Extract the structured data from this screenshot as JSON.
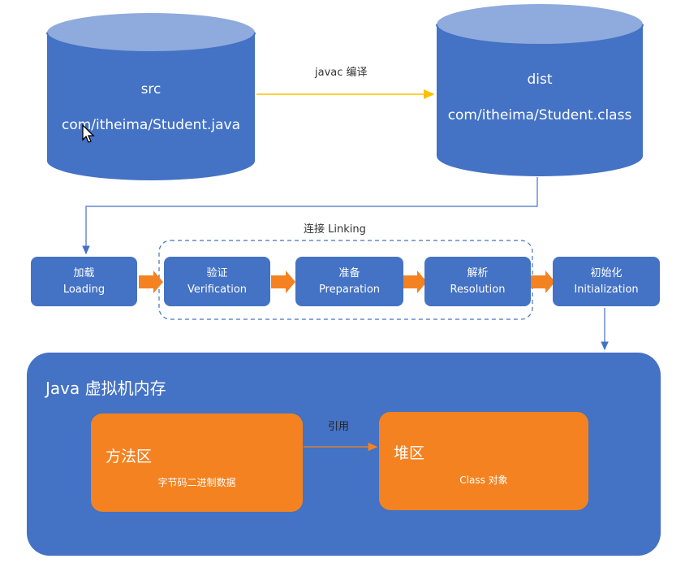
{
  "colors": {
    "blue": "#4472c4",
    "orange": "#f58220",
    "yellow_arrow": "#ffc000",
    "link_arrow": "#4472c4"
  },
  "src_db": {
    "title": "src",
    "path": "com/itheima/Student.java"
  },
  "dist_db": {
    "title": "dist",
    "path": "com/itheima/Student.class"
  },
  "compile_label": "javac 编译",
  "linking_label": "连接 Linking",
  "stages": {
    "loading": {
      "cn": "加载",
      "en": "Loading"
    },
    "verification": {
      "cn": "验证",
      "en": "Verification"
    },
    "preparation": {
      "cn": "准备",
      "en": "Preparation"
    },
    "resolution": {
      "cn": "解析",
      "en": "Resolution"
    },
    "initialization": {
      "cn": "初始化",
      "en": "Initialization"
    }
  },
  "memory": {
    "title": "Java 虚拟机内存",
    "method_area": {
      "title": "方法区",
      "subtitle": "字节码二进制数据"
    },
    "heap": {
      "title": "堆区",
      "subtitle": "Class 对象"
    },
    "reference_label": "引用"
  }
}
